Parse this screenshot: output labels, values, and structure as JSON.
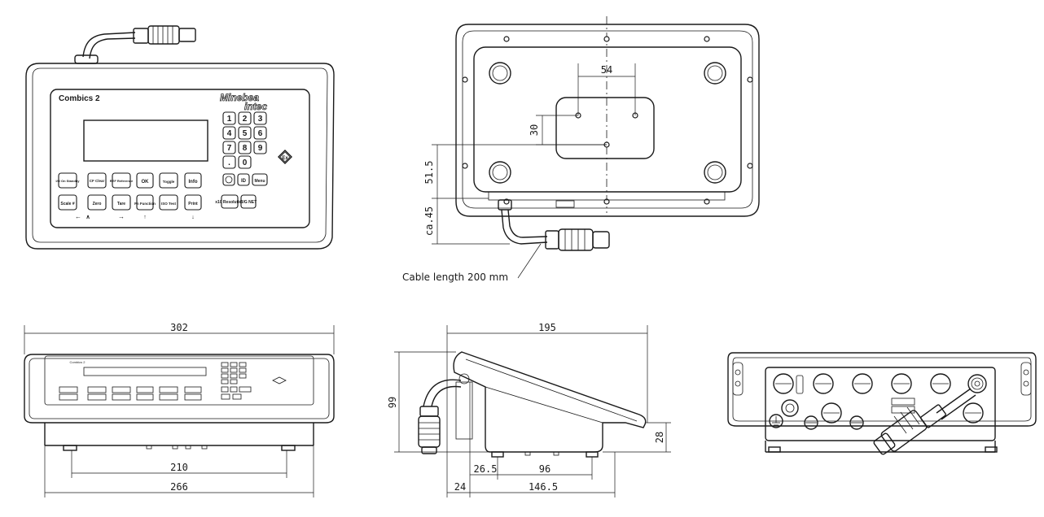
{
  "front_view": {
    "model_label": "Combics 2",
    "brand_top": "Minebea",
    "brand_bottom": "intec",
    "numpad": [
      "1",
      "2",
      "3",
      "4",
      "5",
      "6",
      "7",
      "8",
      "9",
      ".",
      "0"
    ],
    "keys_row1": [
      "I/O On Standby",
      "CF Clear",
      "REF Reference",
      "OK",
      "Toggle",
      "Info"
    ],
    "keys_row2": [
      "Scale #",
      "Zero",
      "Tare",
      "Fn Function",
      "ISO Test",
      "Print"
    ],
    "side_keys": [
      "ID",
      "Menu",
      "x10 Resolution",
      "B/G NET"
    ],
    "ex_mark": "Ex"
  },
  "bottom_view": {
    "dim_54": "54",
    "dim_30": "30",
    "dim_51_5": "51.5",
    "dim_ca_45": "ca.45",
    "cable_label": "Cable length 200 mm"
  },
  "lower_front_view": {
    "dim_302": "302",
    "dim_210": "210",
    "dim_266": "266"
  },
  "side_view": {
    "dim_195": "195",
    "dim_99": "99",
    "dim_28": "28",
    "dim_26_5": "26.5",
    "dim_96": "96",
    "dim_24": "24",
    "dim_146_5": "146.5"
  }
}
